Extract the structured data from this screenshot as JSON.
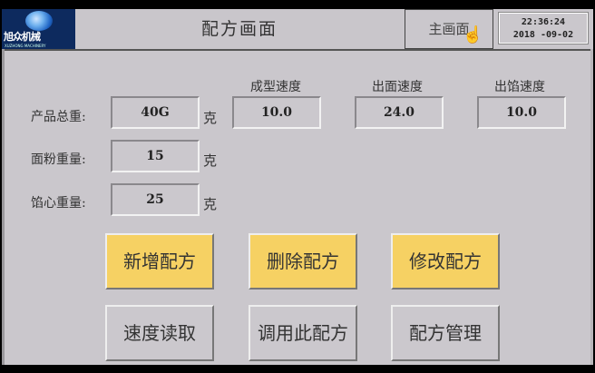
{
  "header": {
    "logo_text": "旭众机械",
    "logo_subtext": "XUZHONG MACHINERY",
    "title": "配方画面",
    "home_button": "主画面",
    "clock_time": "22:36:24",
    "clock_date": "2018 -09-02"
  },
  "weights": [
    {
      "label": "产品总重:",
      "value": "40G",
      "unit": "克"
    },
    {
      "label": "面粉重量:",
      "value": "15",
      "unit": "克"
    },
    {
      "label": "馅心重量:",
      "value": "25",
      "unit": "克"
    }
  ],
  "speeds": [
    {
      "label": "成型速度",
      "value": "10.0"
    },
    {
      "label": "出面速度",
      "value": "24.0"
    },
    {
      "label": "出馅速度",
      "value": "10.0"
    }
  ],
  "buttons": {
    "row1": [
      "新增配方",
      "删除配方",
      "修改配方"
    ],
    "row2": [
      "速度读取",
      "调用此配方",
      "配方管理"
    ]
  },
  "colors": {
    "background": "#cac7cc",
    "accent_button": "#f6d163",
    "logo_bg": "#0d2a5e"
  }
}
